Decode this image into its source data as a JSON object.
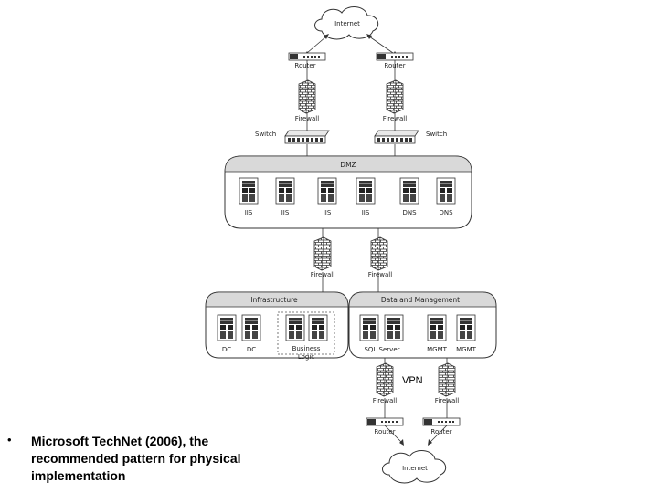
{
  "diagram": {
    "internet_top": "Internet",
    "internet_bottom": "Internet",
    "router_left": "Router",
    "router_right": "Router",
    "firewall_left": "Firewall",
    "firewall_right": "Firewall",
    "switch_left": "Switch",
    "switch_right": "Switch",
    "dmz": {
      "title": "DMZ",
      "servers": [
        "IIS",
        "IIS",
        "IIS",
        "IIS",
        "DNS",
        "DNS"
      ]
    },
    "inner_firewall_left": "Firewall",
    "inner_firewall_right": "Firewall",
    "infrastructure": {
      "title": "Infrastructure",
      "servers": [
        "DC",
        "DC"
      ],
      "business_logic": "Business Logic"
    },
    "data_management": {
      "title": "Data and Management",
      "sql": "SQL Server",
      "mgmt": [
        "MGMT",
        "MGMT"
      ]
    },
    "vpn": "VPN",
    "vpn_firewall_left": "Firewall",
    "vpn_firewall_right": "Firewall",
    "vpn_router_left": "Router",
    "vpn_router_right": "Router"
  },
  "caption": {
    "bullet": "•",
    "text": "Microsoft TechNet (2006), the recommended pattern for physical implementation"
  }
}
